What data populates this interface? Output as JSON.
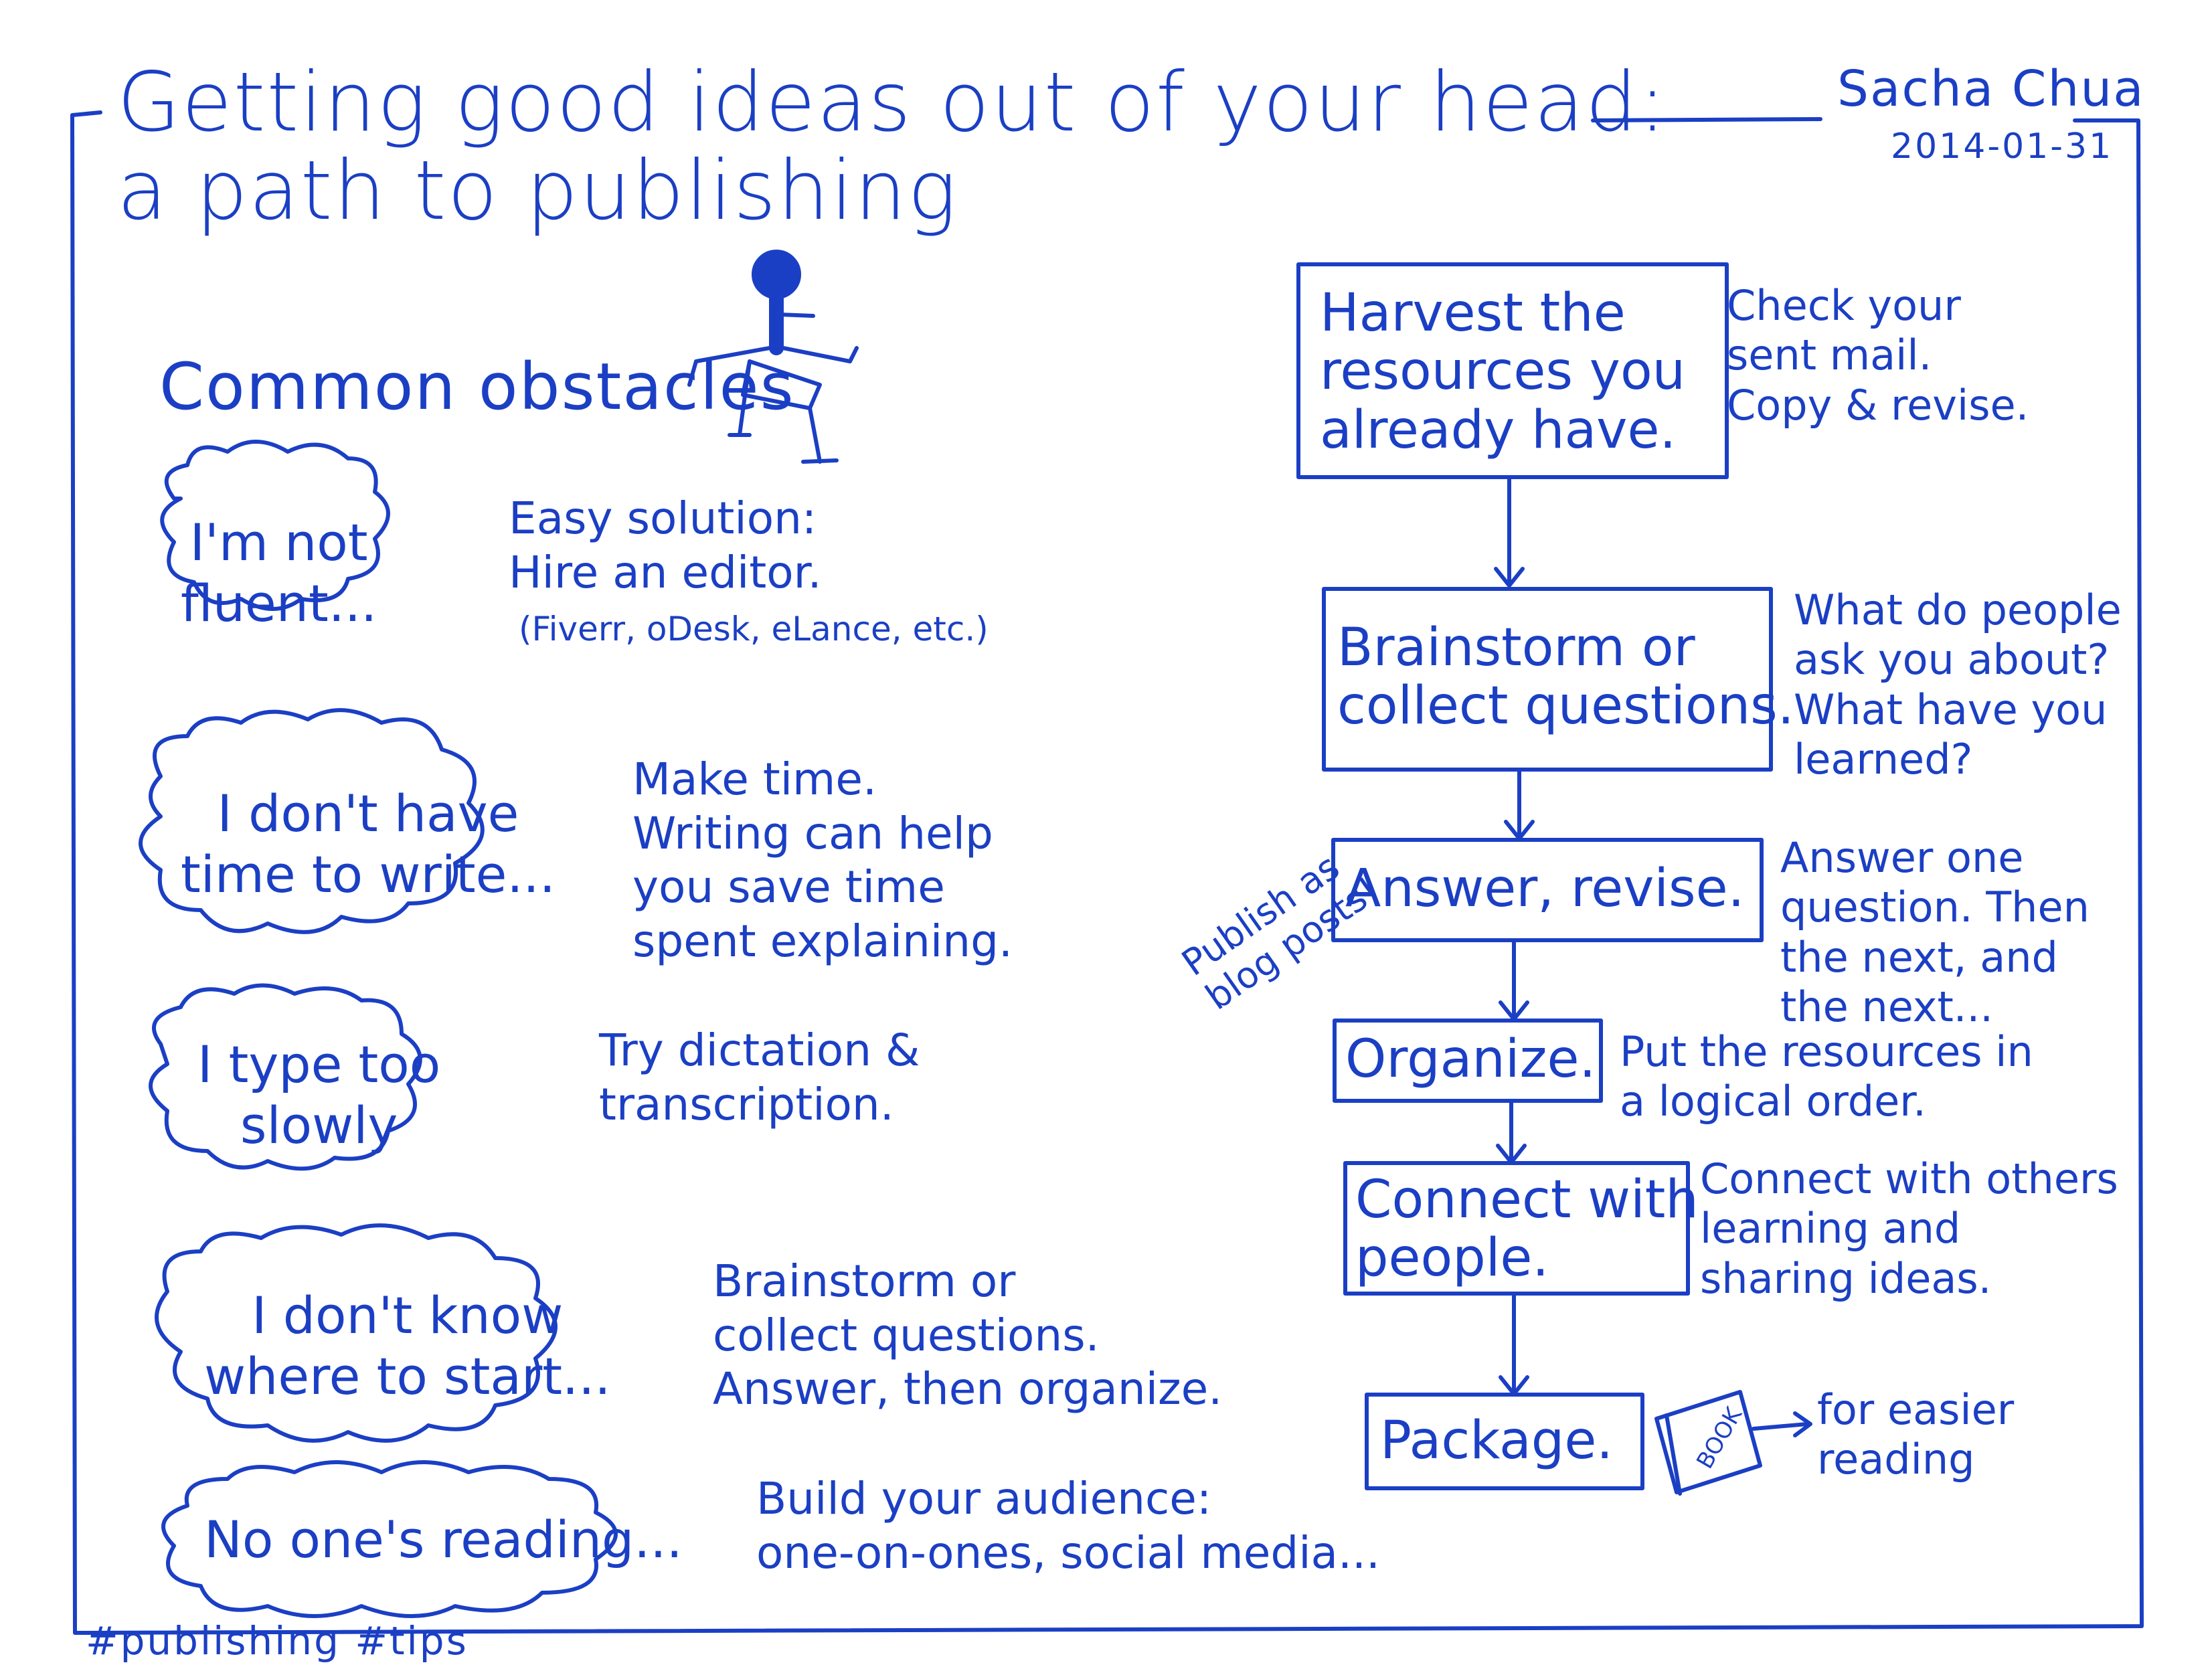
{
  "title": "Getting good ideas out of your head:\na path to publishing",
  "author": "Sacha Chua",
  "date": "2014-01-31",
  "obstacles_heading": "Common obstacles",
  "obstacles": [
    {
      "quote": "I'm not\nfluent...",
      "solution": "Easy solution:\nHire an editor.",
      "solution_note": "(Fiverr, oDesk, eLance, etc.)"
    },
    {
      "quote": "I don't have\ntime to write...",
      "solution": "Make time.\nWriting can help\nyou save time\nspent explaining."
    },
    {
      "quote": "I type too\nslowly",
      "solution": "Try dictation &\ntranscription."
    },
    {
      "quote": "I don't know\nwhere to start...",
      "solution": "Brainstorm or\ncollect questions.\nAnswer, then organize."
    },
    {
      "quote": "No one's reading...",
      "solution": "Build your audience:\none-on-ones, social media..."
    }
  ],
  "path_steps": [
    {
      "label": "Harvest the\nresources you\nalready have.",
      "note": "Check your\nsent mail.\nCopy & revise."
    },
    {
      "label": "Brainstorm or\ncollect questions.",
      "note": "What do people\nask you about?\nWhat have you\nlearned?"
    },
    {
      "label": "Answer, revise.",
      "note": "Answer one\nquestion. Then\nthe next, and\nthe next..."
    },
    {
      "label": "Organize.",
      "note": "Put the resources in\na logical order."
    },
    {
      "label": "Connect with\npeople.",
      "note": "Connect with others\nlearning and\nsharing ideas."
    },
    {
      "label": "Package.",
      "note": "for easier\nreading"
    }
  ],
  "side_note": "Publish as\nblog posts!",
  "book_label": "BOOK",
  "tags": "#publishing #tips",
  "colors": {
    "ink": "#1b3fc4",
    "paper": "#ffffff"
  }
}
